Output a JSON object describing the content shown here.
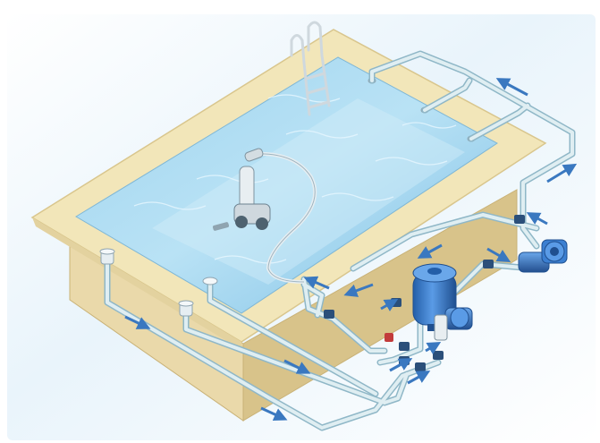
{
  "diagram": {
    "colors": {
      "background": "#e9f4fb",
      "pool_rim": "#f2e6b9",
      "pool_rim_edge": "#d9c68d",
      "pool_wall": "#ead9aa",
      "pool_wall_shadow": "#d8c38a",
      "water_light": "#bfe3f5",
      "water_mid": "#8fcbea",
      "water_deep": "#5aa9d6",
      "pipe_fill": "#dfeef2",
      "pipe_stroke": "#8fb7c7",
      "arrow": "#3a78c0",
      "equipment": "#3b7fd1",
      "equipment_dark": "#235ea8",
      "valve": "#2b4f7a",
      "valve_red": "#c23b3b"
    },
    "icons": {
      "cleaner": "robot-pool-cleaner",
      "ladder": "pool-ladder",
      "filter": "sand-filter-tank",
      "pump_main": "circulation-pump",
      "pump_secondary": "booster-pump",
      "skimmer": "skimmer",
      "return_jet": "return-inlet"
    },
    "flow_arrow_count": 14
  }
}
